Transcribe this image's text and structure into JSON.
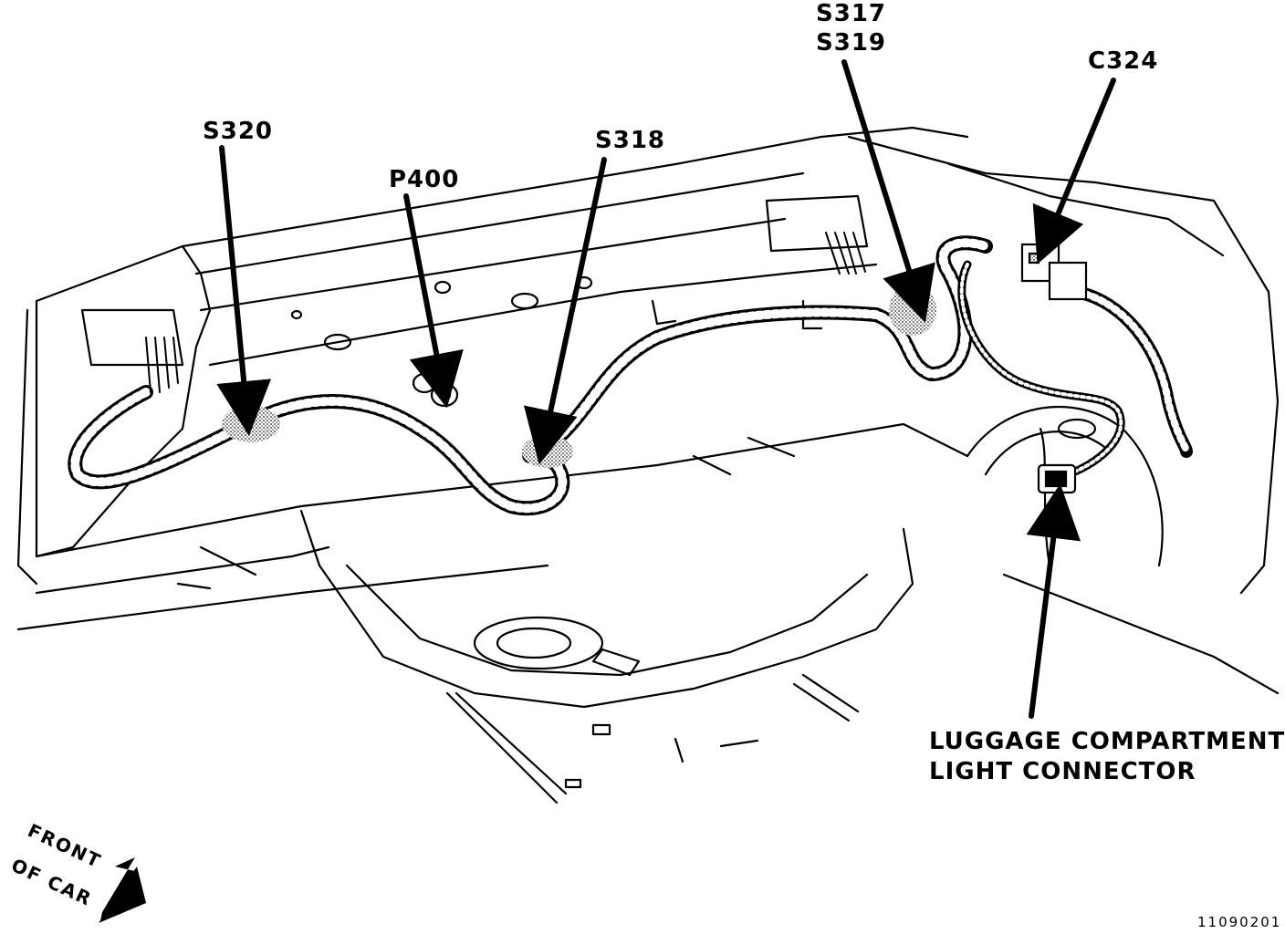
{
  "callouts": {
    "s317": "S317",
    "s319": "S319",
    "c324": "C324",
    "s320": "S320",
    "s318": "S318",
    "p400": "P400",
    "luggage_line1": "LUGGAGE COMPARTMENT",
    "luggage_line2": "LIGHT CONNECTOR"
  },
  "orientation": {
    "front_line1": "FRONT",
    "front_line2": "OF CAR"
  },
  "figure_number": "11090201",
  "colors": {
    "ink": "#000000",
    "paper": "#ffffff",
    "splice_shade": "#9a9a9a"
  }
}
